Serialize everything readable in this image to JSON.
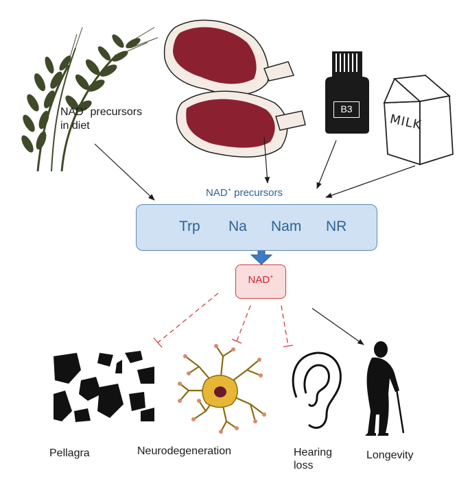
{
  "diagram": {
    "diet_label_pre": "NAD",
    "diet_label_sup": "+",
    "diet_label_post": " precursors",
    "diet_label_line2": "in diet",
    "precursors_title_pre": "NAD",
    "precursors_title_sup": "+",
    "precursors_title_post": " precursors",
    "precursors": [
      "Trp",
      "Na",
      "Nam",
      "NR"
    ],
    "nad_pre": "NAD",
    "nad_sup": "+",
    "bottle_label": "B3",
    "milk_label": "MILK",
    "outcomes": {
      "pellagra": "Pellagra",
      "neuro": "Neurodegeneration",
      "hearing_line1": "Hearing",
      "hearing_line2": "loss",
      "longevity": "Longevity"
    },
    "colors": {
      "precursor_text": "#2f6296",
      "precursor_box": "#cfe1f2",
      "nad_text": "#d0242a",
      "nad_box": "#f9dcdc",
      "inhibition_line": "#d63a3a",
      "arrow": "#1a1a1a",
      "meat": "#8b2130",
      "neuron": "#d9a61e"
    },
    "icons": [
      "wheat-icon",
      "steak-icon",
      "vitamin-bottle-icon",
      "milk-carton-icon",
      "pellagra-skin-icon",
      "neuron-icon",
      "ear-icon",
      "elderly-person-icon"
    ]
  }
}
